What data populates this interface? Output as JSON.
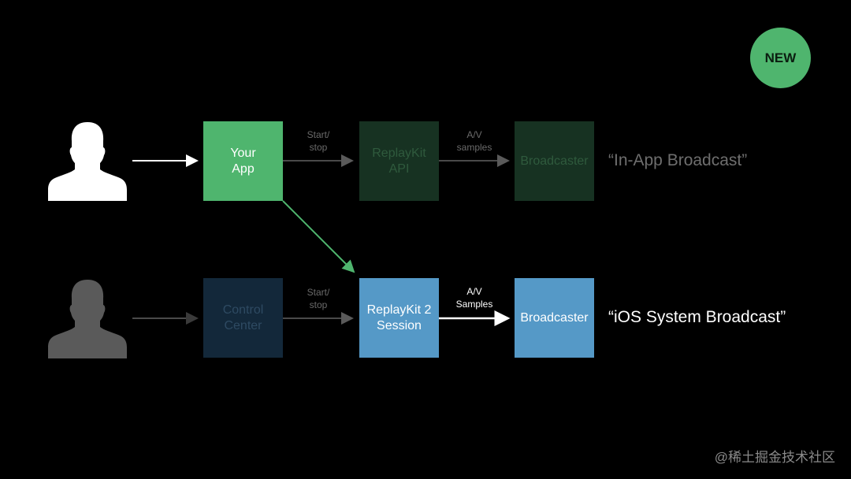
{
  "badge": {
    "label": "NEW"
  },
  "row1": {
    "box_your_app": {
      "line1": "Your",
      "line2": "App"
    },
    "label_start_stop": {
      "line1": "Start/",
      "line2": "stop"
    },
    "box_replaykit_api": {
      "line1": "ReplayKit",
      "line2": "API"
    },
    "label_av": {
      "line1": "A/V",
      "line2": "samples"
    },
    "box_broadcaster": {
      "label": "Broadcaster"
    },
    "caption": "“In-App Broadcast”"
  },
  "row2": {
    "box_control_center": {
      "line1": "Control",
      "line2": "Center"
    },
    "label_start_stop": {
      "line1": "Start/",
      "line2": "stop"
    },
    "box_replaykit2": {
      "line1": "ReplayKit 2",
      "line2": "Session"
    },
    "label_av": {
      "line1": "A/V",
      "line2": "Samples"
    },
    "box_broadcaster": {
      "label": "Broadcaster"
    },
    "caption": "“iOS System Broadcast”"
  },
  "icons": {
    "user_active": "person-silhouette-icon",
    "user_inactive": "person-silhouette-icon"
  },
  "colors": {
    "green_active": "#4fb56e",
    "green_dim": "#173222",
    "blue_active": "#5599c7",
    "blue_dim": "#13283a",
    "gray_arrow": "#5a5a5a"
  },
  "watermark": "@稀土掘金技术社区"
}
